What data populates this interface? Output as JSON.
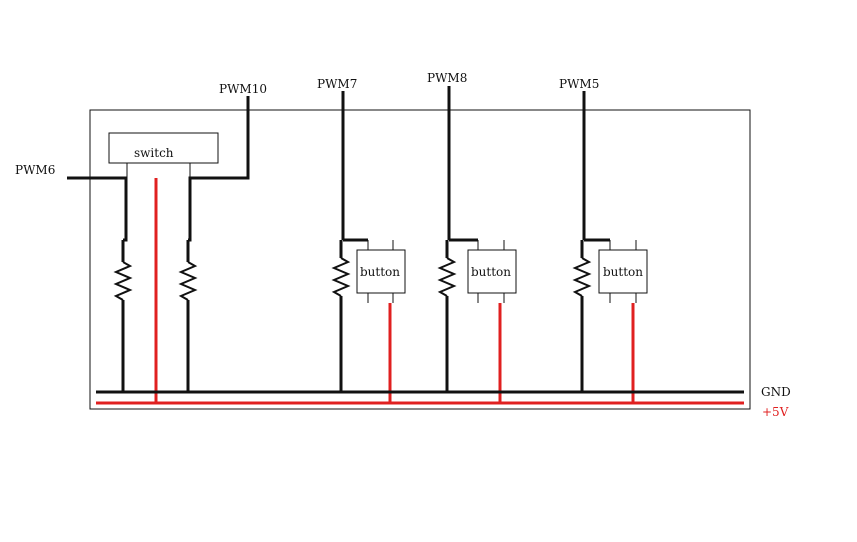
{
  "labels": {
    "pwm6": "PWM6",
    "pwm10": "PWM10",
    "pwm7": "PWM7",
    "pwm8": "PWM8",
    "pwm5": "PWM5",
    "gnd": "GND",
    "vcc": "+5V"
  },
  "components": {
    "switch_label": "switch",
    "button_label": "button"
  },
  "colors": {
    "wire": "#111111",
    "power": "#e02020"
  }
}
